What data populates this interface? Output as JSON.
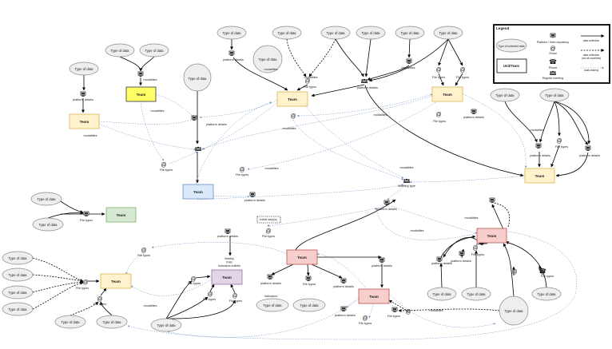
{
  "labels": {
    "type_of_data": "Type of data",
    "team": "Team",
    "platform_details": "platform details",
    "file_types": "File types",
    "modalities": "modalities",
    "meeting_type": "Meeting type",
    "initial_steps": "Initial step(s)",
    "indicators": "Indicators",
    "weekly_note": "Weekly\nPolls\nIndicators bulletin"
  },
  "legend": {
    "title": "Legend",
    "type_of_collected_data": "Type of collected data",
    "platform_repo": "Platform / Web repository",
    "email": "Email",
    "phone": "Phone",
    "regular_meeting": "Regular meeting",
    "unit_team": "Unit/Team",
    "data_collection": "data collection",
    "data_collection_not_all": "data collection\n(not all countries)",
    "data_sharing": "data sharing"
  },
  "colors": {
    "yellow": "#fff2cc",
    "yellow_border": "#d6b656",
    "bright_yellow": "#ffff66",
    "blue": "#dae8fc",
    "blue_border": "#6c8ebf",
    "green": "#d5e8d4",
    "green_border": "#82b366",
    "red": "#f8cecc",
    "red_border": "#b85450",
    "purple": "#e1d5e7",
    "purple_border": "#9673a6",
    "oval": "#eeeeee",
    "oval_border": "#888888",
    "sharing": "#6c8ebf"
  }
}
